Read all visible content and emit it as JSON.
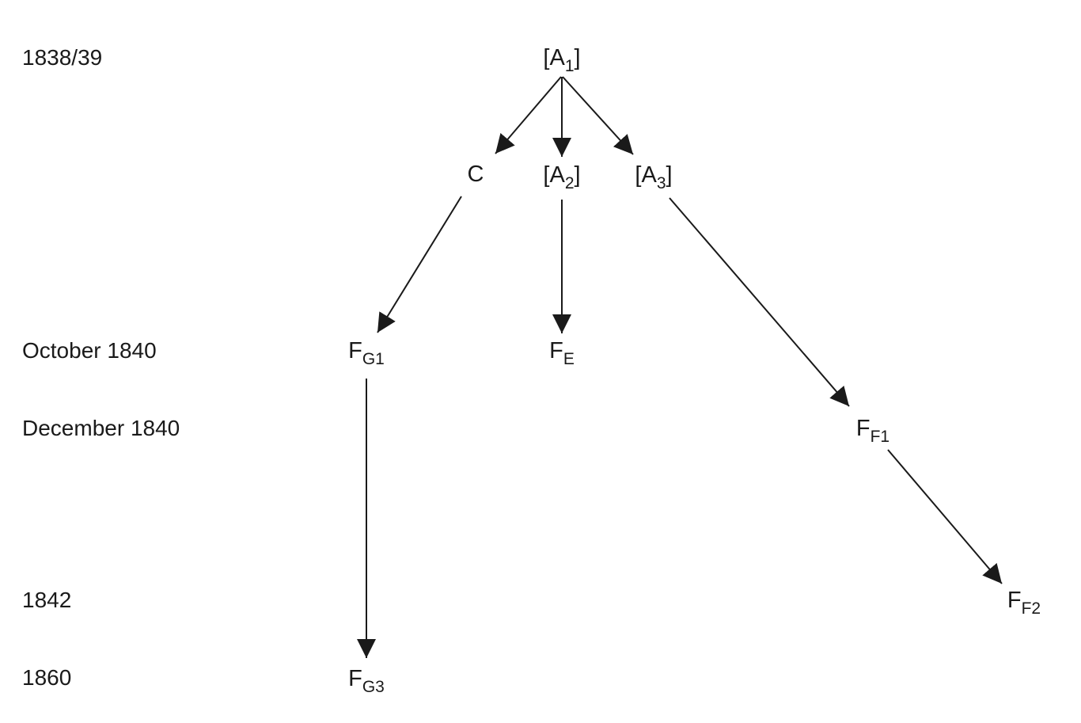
{
  "time_labels": [
    "1838/39",
    "October 1840",
    "December 1840",
    "1842",
    "1860"
  ],
  "nodes": {
    "a1": {
      "pre": "[A",
      "sub": "1",
      "post": "]"
    },
    "c": {
      "pre": "C",
      "sub": "",
      "post": ""
    },
    "a2": {
      "pre": "[A",
      "sub": "2",
      "post": "]"
    },
    "a3": {
      "pre": "[A",
      "sub": "3",
      "post": "]"
    },
    "fg1": {
      "pre": "F",
      "sub": "G1",
      "post": ""
    },
    "fe": {
      "pre": "F",
      "sub": "E",
      "post": ""
    },
    "ff1": {
      "pre": "F",
      "sub": "F1",
      "post": ""
    },
    "ff2": {
      "pre": "F",
      "sub": "F2",
      "post": ""
    },
    "fg3": {
      "pre": "F",
      "sub": "G3",
      "post": ""
    }
  },
  "edges": [
    [
      "a1",
      "c"
    ],
    [
      "a1",
      "a2"
    ],
    [
      "a1",
      "a3"
    ],
    [
      "c",
      "fg1"
    ],
    [
      "a2",
      "fe"
    ],
    [
      "a3",
      "ff1"
    ],
    [
      "fg1",
      "fg3"
    ],
    [
      "ff1",
      "ff2"
    ]
  ]
}
